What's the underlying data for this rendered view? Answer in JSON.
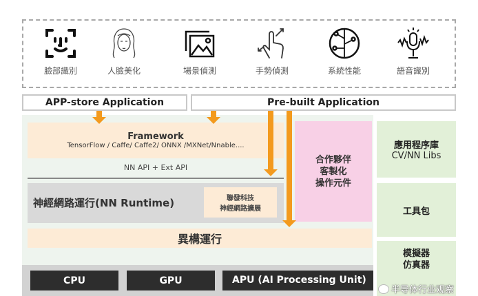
{
  "features": [
    {
      "icon": "face-id-icon",
      "label": "臉部識別"
    },
    {
      "icon": "woman-face-icon",
      "label": "人臉美化"
    },
    {
      "icon": "image-gallery-icon",
      "label": "場景偵測"
    },
    {
      "icon": "hand-gesture-icon",
      "label": "手勢偵測"
    },
    {
      "icon": "circuit-icon",
      "label": "系統性能"
    },
    {
      "icon": "microphone-icon",
      "label": "語音識別"
    }
  ],
  "apps": {
    "appstore": "APP-store Application",
    "prebuilt": "Pre-built Application"
  },
  "framework": {
    "title": "Framework",
    "subtitle": "TensorFlow / Caffe/ Caffe2/ ONNX /MXNet/Nnable...."
  },
  "nnapi": "NN API + Ext API",
  "runtime": {
    "title": "神經網路運行(NN Runtime)",
    "ext_line1": "聯發科技",
    "ext_line2": "神經網路擴展"
  },
  "partner": {
    "line1": "合作夥伴",
    "line2": "客製化",
    "line3": "操作元件"
  },
  "hetero": "異構運行",
  "hardware": [
    "CPU",
    "GPU",
    "APU (AI Processing Unit)"
  ],
  "sidebar": [
    {
      "line1": "應用程序庫",
      "line2": "CV/NN Libs"
    },
    {
      "line1": "工具包"
    },
    {
      "line1": "模擬器",
      "line2": "仿真器"
    }
  ],
  "watermark": "半导体行业观察",
  "colors": {
    "arrow": "#f39a1e",
    "peach": "#fdebd6",
    "pink": "#f8d0e6",
    "green": "#e2f0d8",
    "runtime": "#d9d9d9",
    "hw": "#2d2d2d"
  }
}
